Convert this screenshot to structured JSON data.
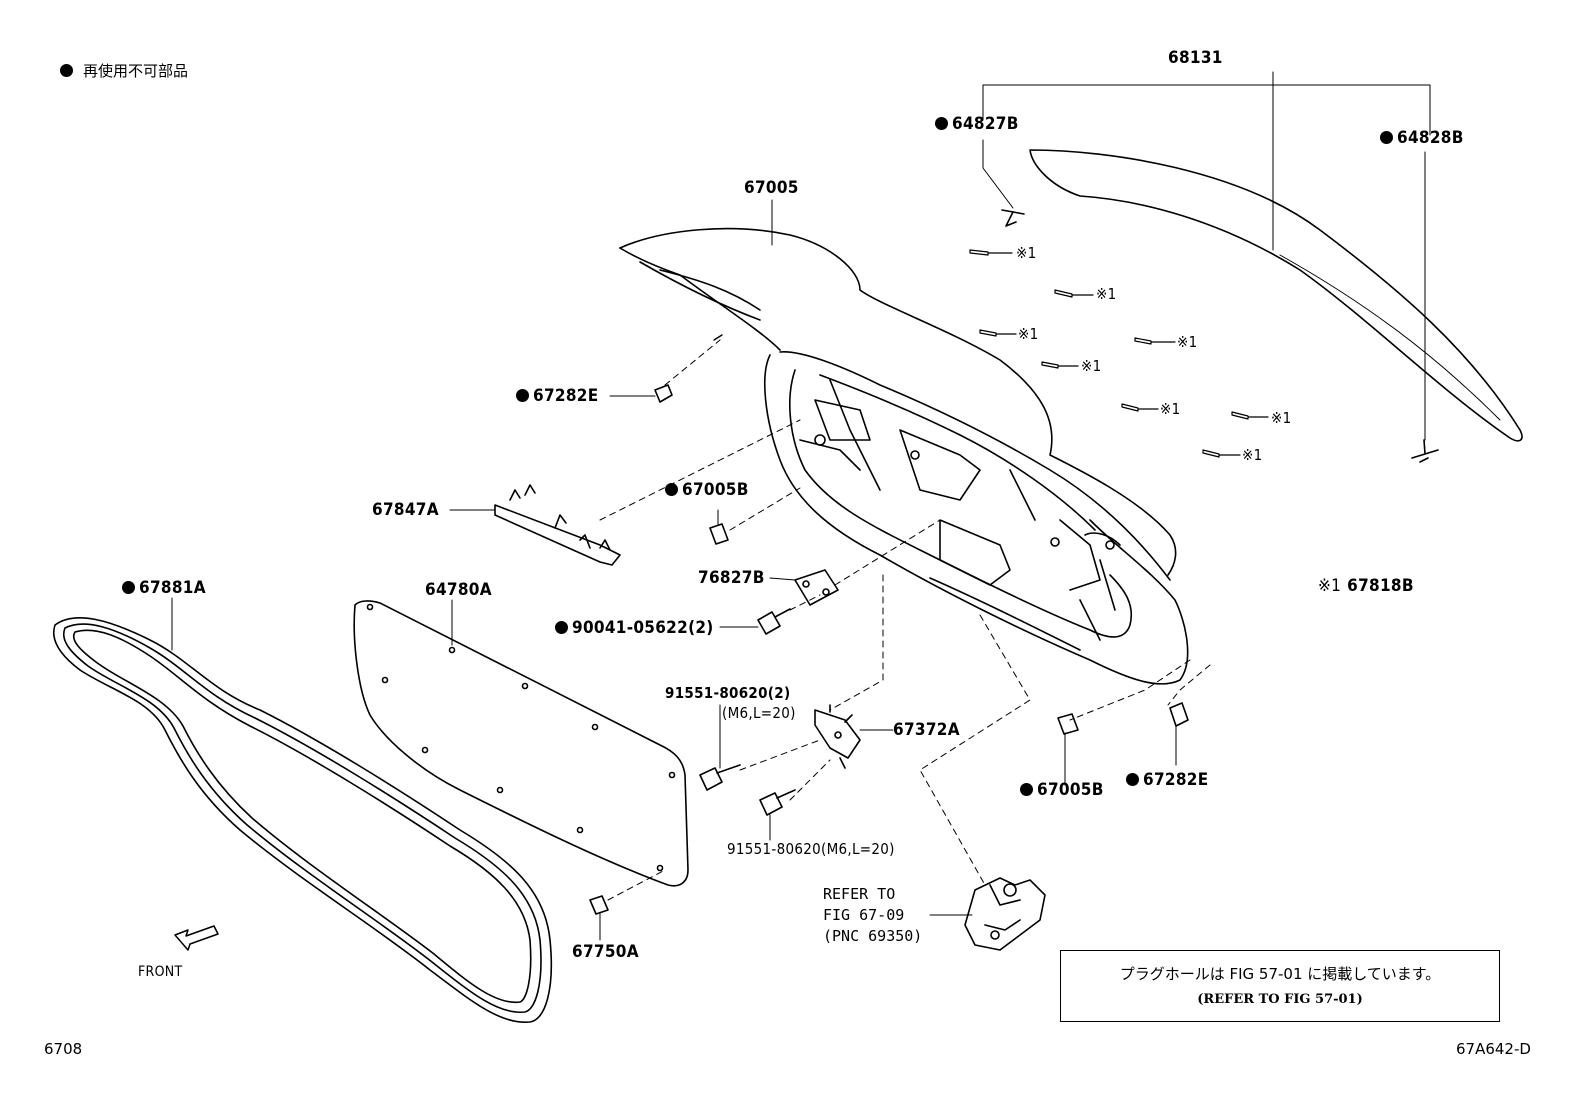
{
  "legend": {
    "symbol": "●",
    "text": "再使用不可部品"
  },
  "labels": {
    "p68131": "68131",
    "p64827B": "64827B",
    "p64828B": "64828B",
    "p67005": "67005",
    "p67282E_a": "67282E",
    "p67847A": "67847A",
    "p67005B_a": "67005B",
    "p76827B": "76827B",
    "p67881A": "67881A",
    "p64780A": "64780A",
    "p90041": "90041-05622(2)",
    "p91551_a": "91551-80620(2)",
    "p91551_a_spec": "(M6,L=20)",
    "p67372A": "67372A",
    "p91551_b": "91551-80620(M6,L=20)",
    "p67750A": "67750A",
    "p67005B_b": "67005B",
    "p67282E_b": "67282E",
    "p67818B": "67818B",
    "note_mark": "※1",
    "front": "FRONT"
  },
  "refer": {
    "line1": "REFER TO",
    "line2": "FIG 67-09",
    "line3": "(PNC 69350)"
  },
  "note_box": {
    "line1": "プラグホールは FIG 57-01 に掲載しています。",
    "line2": "(REFER TO FIG 57-01)"
  },
  "footer": {
    "left": "6708",
    "right": "67A642-D"
  }
}
